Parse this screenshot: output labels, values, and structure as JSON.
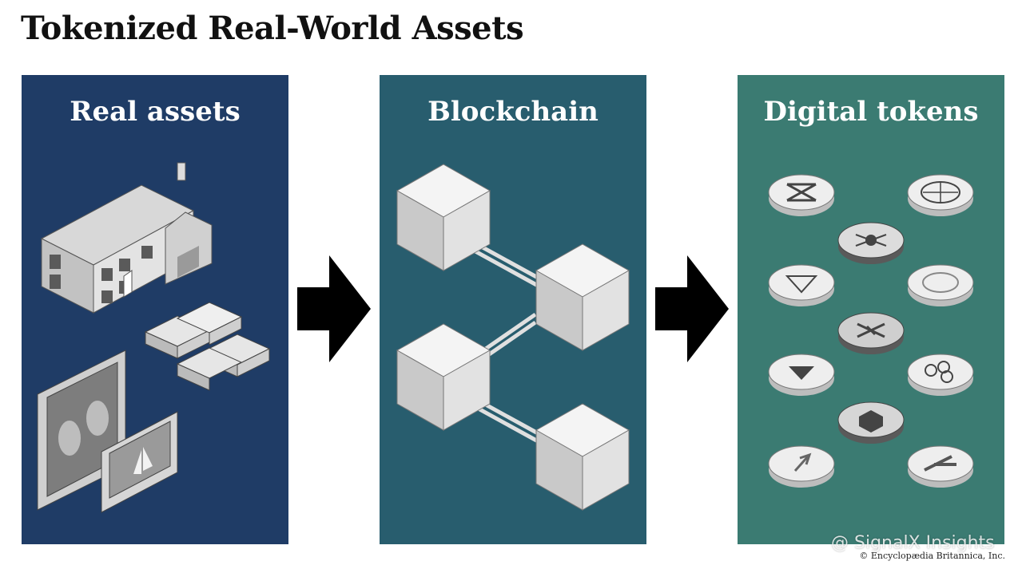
{
  "title": "Tokenized Real-World Assets",
  "panels": [
    {
      "heading": "Real assets",
      "color": "#1f3c66",
      "items": [
        "house",
        "gold-bars",
        "paintings"
      ]
    },
    {
      "heading": "Blockchain",
      "color": "#285d6e",
      "items": [
        "block",
        "block",
        "block",
        "block",
        "chain-link",
        "chain-link",
        "chain-link"
      ]
    },
    {
      "heading": "Digital tokens",
      "color": "#3b7b72",
      "items": [
        "hourglass-token",
        "globe-token",
        "network-token",
        "diamond-token",
        "grid-token",
        "currency-token",
        "triangle-token",
        "swirl-token",
        "cube-token",
        "rocket-token",
        "stroke-token"
      ]
    }
  ],
  "arrows": [
    "arrow-right-icon",
    "arrow-right-icon"
  ],
  "watermark": "@ SignalX Insights",
  "credit": "© Encyclopædia Britannica, Inc."
}
